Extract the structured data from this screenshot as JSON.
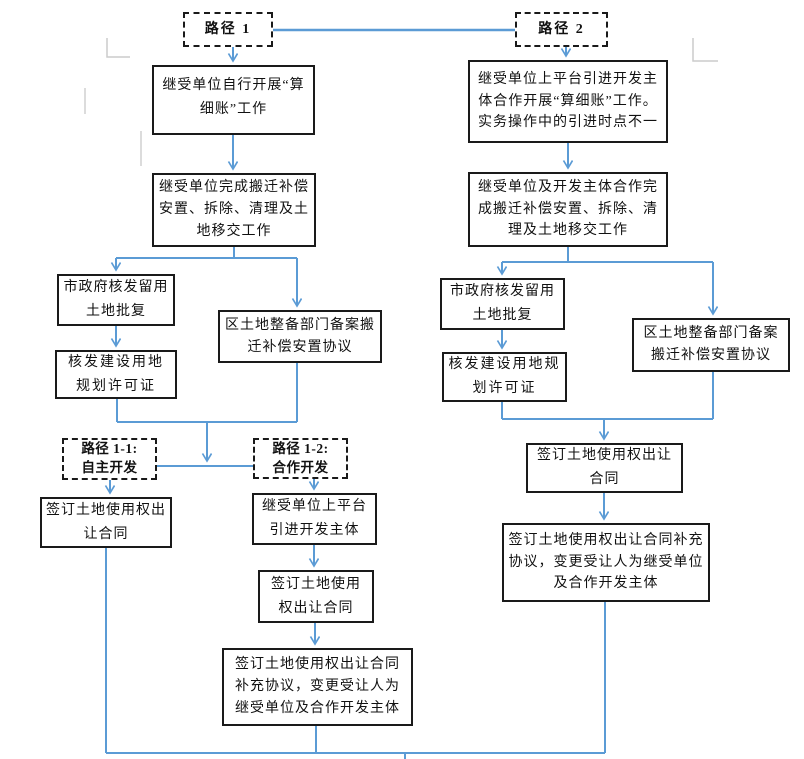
{
  "colors": {
    "connector": "#5B9BD5",
    "border": "#1a1a1a",
    "crop_mark": "#cccccc"
  },
  "path1": {
    "label": "路径 1",
    "step1": "继受单位自行开展“算细账”工作",
    "step2": "继受单位完成搬迁补偿安置、拆除、清理及土地移交工作",
    "city_approval": "市政府核发留用土地批复",
    "planning_permit": "核发建设用地规划许可证",
    "district_record": "区土地整备部门备案搬迁补偿安置协议"
  },
  "path1_1": {
    "label_line1": "路径 1-1:",
    "label_line2": "自主开发",
    "contract": "签订土地使用权出让合同"
  },
  "path1_2": {
    "label_line1": "路径 1-2:",
    "label_line2": "合作开发",
    "platform": "继受单位上平台引进开发主体",
    "contract": "签订土地使用权出让合同",
    "supplement": "签订土地使用权出让合同补充协议，变更受让人为继受单位及合作开发主体"
  },
  "path2": {
    "label": "路径 2",
    "step1": "继受单位上平台引进开发主体合作开展“算细账”工作。实务操作中的引进时点不一",
    "step2": "继受单位及开发主体合作完成搬迁补偿安置、拆除、清理及土地移交工作",
    "city_approval": "市政府核发留用土地批复",
    "planning_permit": "核发建设用地规划许可证",
    "district_record": "区土地整备部门备案搬迁补偿安置协议",
    "contract": "签订土地使用权出让合同",
    "supplement": "签订土地使用权出让合同补充协议，变更受让人为继受单位及合作开发主体"
  }
}
